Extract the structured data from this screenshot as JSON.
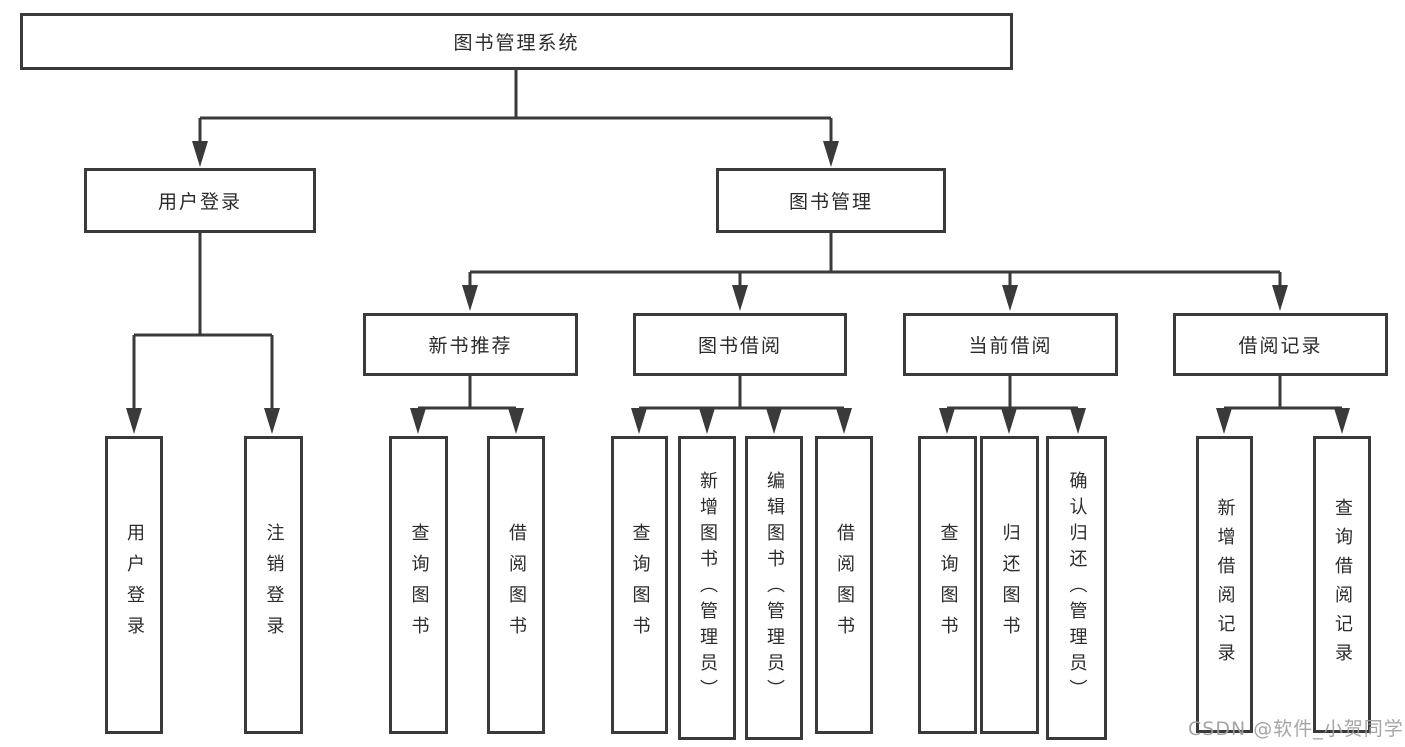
{
  "diagram": {
    "title": "图书管理系统",
    "root": {
      "label": "图书管理系统"
    },
    "branches": [
      {
        "label": "用户登录",
        "children": [
          {
            "label": "用户登录"
          },
          {
            "label": "注销登录"
          }
        ]
      },
      {
        "label": "图书管理",
        "children": [
          {
            "label": "新书推荐",
            "children": [
              {
                "label": "查询图书"
              },
              {
                "label": "借阅图书"
              }
            ]
          },
          {
            "label": "图书借阅",
            "children": [
              {
                "label": "查询图书"
              },
              {
                "label": "新增图书（管理员）"
              },
              {
                "label": "编辑图书（管理员）"
              },
              {
                "label": "借阅图书"
              }
            ]
          },
          {
            "label": "当前借阅",
            "children": [
              {
                "label": "查询图书"
              },
              {
                "label": "归还图书"
              },
              {
                "label": "确认归还（管理员）"
              }
            ]
          },
          {
            "label": "借阅记录",
            "children": [
              {
                "label": "新增借阅记录"
              },
              {
                "label": "查询借阅记录"
              }
            ]
          }
        ]
      }
    ]
  },
  "watermark": {
    "text": "CSDN @软件_小贺同学",
    "color": "#9e9e9e"
  },
  "colors": {
    "line": "#3a3a3a",
    "text": "#2b2b2b",
    "background": "#ffffff"
  }
}
